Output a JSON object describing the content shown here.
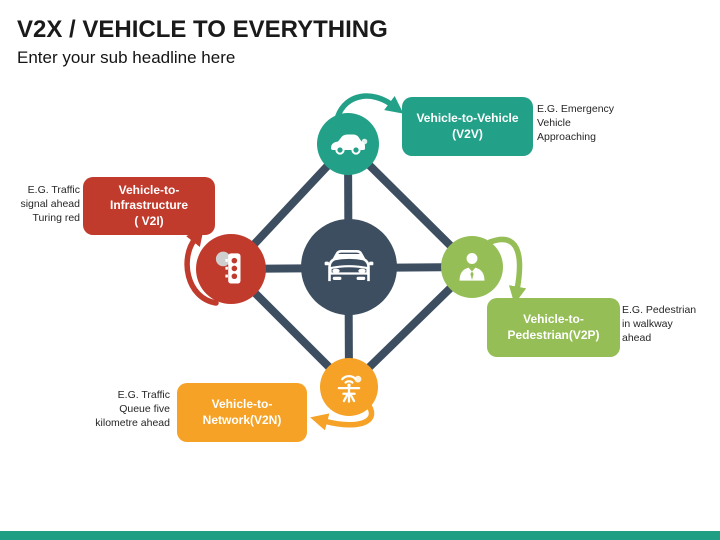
{
  "header": {
    "title": "V2X / VEHICLE TO EVERYTHING",
    "subtitle": "Enter your sub headline here"
  },
  "nodes": {
    "v2v": {
      "label": "Vehicle-to-Vehicle\n(V2V)",
      "example": "E.G. Emergency\nVehicle\nApproaching",
      "color": "#23A188",
      "icon": "car-side-icon"
    },
    "v2i": {
      "label": "Vehicle-to-\nInfrastructure\n( V2I)",
      "example": "E.G. Traffic\nsignal ahead\nTuring red",
      "color": "#C13B2D",
      "icon": "traffic-light-icon"
    },
    "v2p": {
      "label": "Vehicle-to-\nPedestrian(V2P)",
      "example": "E.G. Pedestrian\nin walkway\nahead",
      "color": "#95BE56",
      "icon": "pedestrian-icon"
    },
    "v2n": {
      "label": "Vehicle-to-\nNetwork(V2N)",
      "example": "E.G. Traffic\nQueue five\nkilometre ahead",
      "color": "#F5A227",
      "icon": "antenna-signal-icon"
    }
  },
  "hub": {
    "icon": "car-front-icon",
    "color": "#3D4E61"
  },
  "colors": {
    "connector": "#3D4E61",
    "bottom_bar": "#1E9E83",
    "background": "#FFFFFF",
    "title_text": "#1A1A1A",
    "example_text": "#262626",
    "box_text": "#FFFFFF"
  }
}
